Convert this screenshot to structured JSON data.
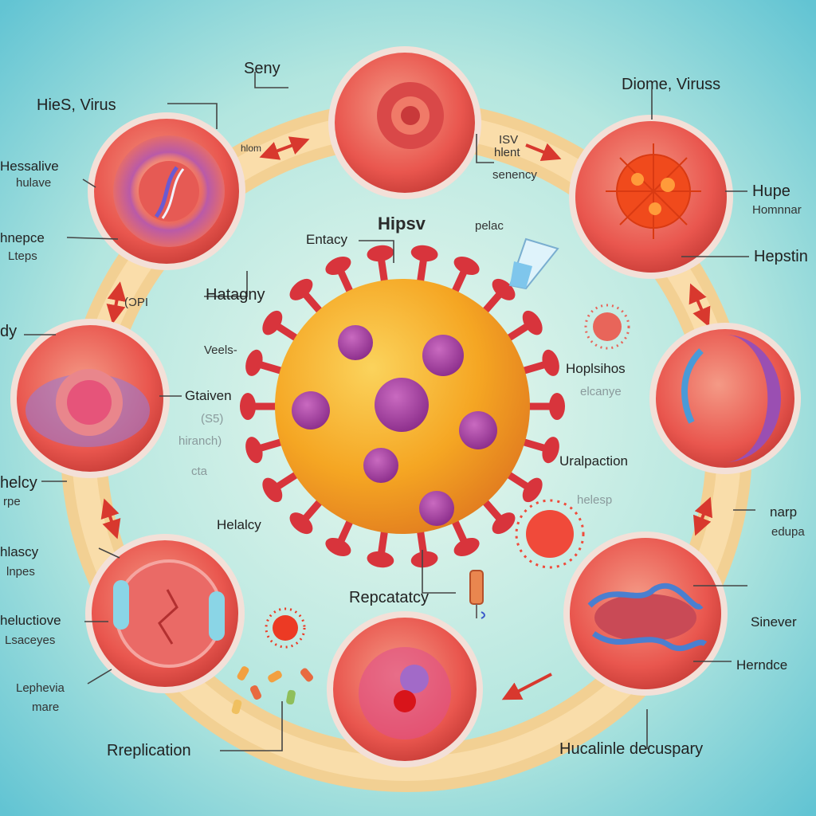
{
  "colors": {
    "background_center": "#e4f6ee",
    "background_edge": "#6fcad6",
    "ring": "#f8d49a",
    "cell_outer": "#e9564e",
    "cell_inner": "#f07a68",
    "virus_body": "#f5a623",
    "virus_spike": "#d8343c",
    "virus_bump": "#a23aa0",
    "arrow": "#d8382e",
    "leader": "#444444"
  },
  "center": {
    "title": "Hipsv"
  },
  "labels": {
    "seny": "Seny",
    "hies_virus": "HieS, Virus",
    "diome_viruss": "Diome, Viruss",
    "hessalive": "Hessalive",
    "hulave": "hulave",
    "hnepce": "hnepce",
    "lteps": "Lteps",
    "hlom": "hlom",
    "isv_block": [
      "ISV",
      "hlent",
      "senency"
    ],
    "hupe": "Hupe",
    "homnnar": "Homnnar",
    "hepstin": "Hepstin",
    "entacy": "Entacy",
    "pelac": "pelac",
    "cipi": "(ƆPI",
    "hatagny": "Hatagny",
    "dy": "dy",
    "veels": "Veels-",
    "gtaiven": "Gtaiven",
    "s5": "(S5)",
    "hiranch": "hiranch)",
    "cta": "cta",
    "hoplsihos": "Hoplsihos",
    "elcanye": "elcanye",
    "uralpaction": "Uralpaction",
    "helesp": "helesp",
    "helcy": "helcy",
    "rpe": "rpe",
    "narp": "narp",
    "edupa": "edupa",
    "helalcy": "Helalcy",
    "hlascy": "hlascy",
    "lnpes": "lnpes",
    "repcatatcy": "Repcatatcy",
    "heluctiove": "heluctiove",
    "lsaceyes": "Lsaceyes",
    "sinever": "Sinever",
    "herndce": "Herndce",
    "lephevia": "Lephevia",
    "mare": "mare",
    "rreplication": "Rreplication",
    "hucalinle": "Hucalinle decuspary"
  }
}
